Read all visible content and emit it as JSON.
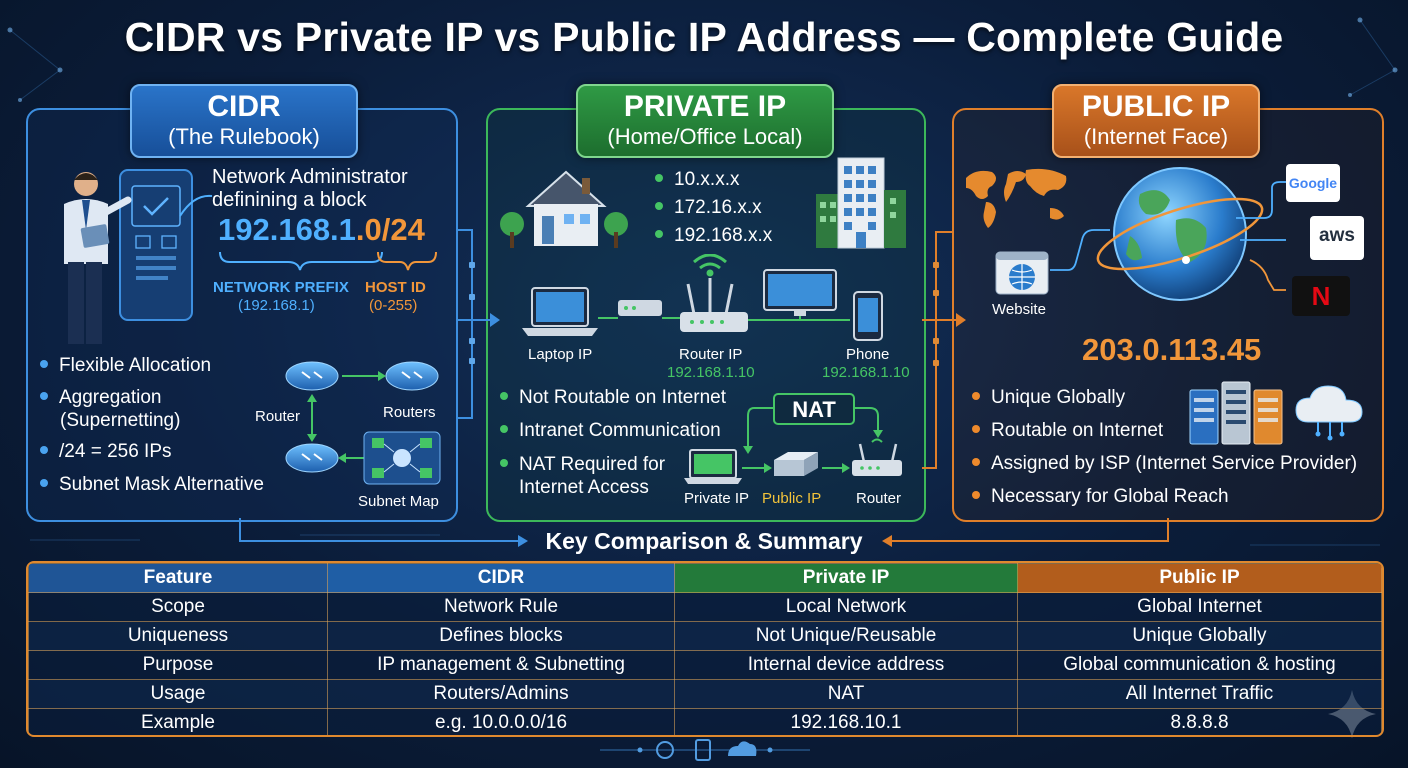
{
  "title": "CIDR vs Private IP vs Public IP Address — Complete Guide",
  "cidr": {
    "header": "CIDR",
    "subheader": "(The Rulebook)",
    "admin_caption_1": "Network Administrator",
    "admin_caption_2": "definining a block",
    "example_prefix": "192.168.1",
    "example_suffix": ".0/24",
    "network_prefix_label": "NETWORK PREFIX",
    "network_prefix_value": "(192.168.1)",
    "host_id_label": "HOST ID",
    "host_id_value": "(0-255)",
    "bullets": [
      "Flexible Allocation",
      "Aggregation",
      "(Supernetting)",
      "/24 = 256 IPs",
      "Subnet Mask Alternative"
    ],
    "router_label": "Router",
    "routers_label": "Routers",
    "subnet_map_label": "Subnet Map"
  },
  "private": {
    "header": "PRIVATE IP",
    "subheader": "(Home/Office Local)",
    "ranges": [
      "10.x.x.x",
      "172.16.x.x",
      "192.168.x.x"
    ],
    "laptop_label": "Laptop IP",
    "router_label": "Router IP",
    "router_ip": "192.168.1.10",
    "phone_label": "Phone",
    "phone_ip": "192.168.1.10",
    "bullets": [
      "Not Routable on Internet",
      "Intranet Communication",
      "NAT Required for",
      "Internet Access"
    ],
    "nat_label": "NAT",
    "nat_private_label": "Private IP",
    "nat_public_label": "Public IP",
    "nat_router_label": "Router"
  },
  "public": {
    "header": "PUBLIC IP",
    "subheader": "(Internet Face)",
    "website_label": "Website",
    "google_label": "Google",
    "aws_label": "aws",
    "netflix_label": "N",
    "address": "203.0.113.45",
    "bullets": [
      "Unique Globally",
      "Routable on Internet",
      "Assigned by ISP (Internet Service Provider)",
      "Necessary for Global Reach"
    ]
  },
  "comparison": {
    "title": "Key Comparison & Summary",
    "headers": [
      "Feature",
      "CIDR",
      "Private IP",
      "Public IP"
    ],
    "rows": [
      [
        "Scope",
        "Network Rule",
        "Local Network",
        "Global Internet"
      ],
      [
        "Uniqueness",
        "Defines blocks",
        "Not Unique/Reusable",
        "Unique Globally"
      ],
      [
        "Purpose",
        "IP management & Subnetting",
        "Internal device address",
        "Global communication & hosting"
      ],
      [
        "Usage",
        "Routers/Admins",
        "NAT",
        "All Internet Traffic"
      ],
      [
        "Example",
        "e.g. 10.0.0.0/16",
        "192.168.10.1",
        "8.8.8.8"
      ]
    ]
  },
  "colors": {
    "cidr": "#3d8fe0",
    "private": "#3cb85a",
    "public": "#e07f2a",
    "background": "#0b1d3a"
  }
}
